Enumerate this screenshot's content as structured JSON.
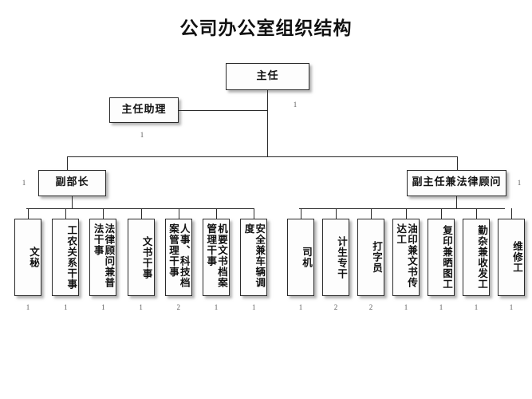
{
  "title": "公司办公室组织结构",
  "nodes": {
    "director": {
      "label": "主任",
      "count": "1"
    },
    "director_assistant": {
      "label": "主任助理",
      "count": "1"
    },
    "deputy_minister": {
      "label": "副部长",
      "count": "1"
    },
    "deputy_director_legal": {
      "label": "副主任兼法律顾问",
      "count": "1"
    }
  },
  "left_branch": {
    "parent": "副部长",
    "items": [
      {
        "label": "文秘",
        "count": "1"
      },
      {
        "label": "工农关系干事",
        "count": "1"
      },
      {
        "label": "法律顾问兼普法干事",
        "count": "1"
      },
      {
        "label": "文书干事",
        "count": "1"
      },
      {
        "label": "人事、科技档案管理干事",
        "count": "2"
      },
      {
        "label": "机要文书档案管理干事",
        "count": "1"
      },
      {
        "label": "安全兼车辆调度",
        "count": "1"
      }
    ]
  },
  "right_branch": {
    "parent": "副主任兼法律顾问",
    "items": [
      {
        "label": "司机",
        "count": "1"
      },
      {
        "label": "计生专干",
        "count": "2"
      },
      {
        "label": "打字员",
        "count": "2"
      },
      {
        "label": "油印兼文书传达工",
        "count": "1"
      },
      {
        "label": "复印兼晒图工",
        "count": "1"
      },
      {
        "label": "勤杂兼收发工",
        "count": "1"
      },
      {
        "label": "维修工",
        "count": "1"
      }
    ]
  },
  "colors": {
    "background": "#ffffff",
    "box_fill": "#fdfdfd",
    "line": "#2b2b2b",
    "text": "#111111",
    "count_text": "#5a5a5a"
  }
}
